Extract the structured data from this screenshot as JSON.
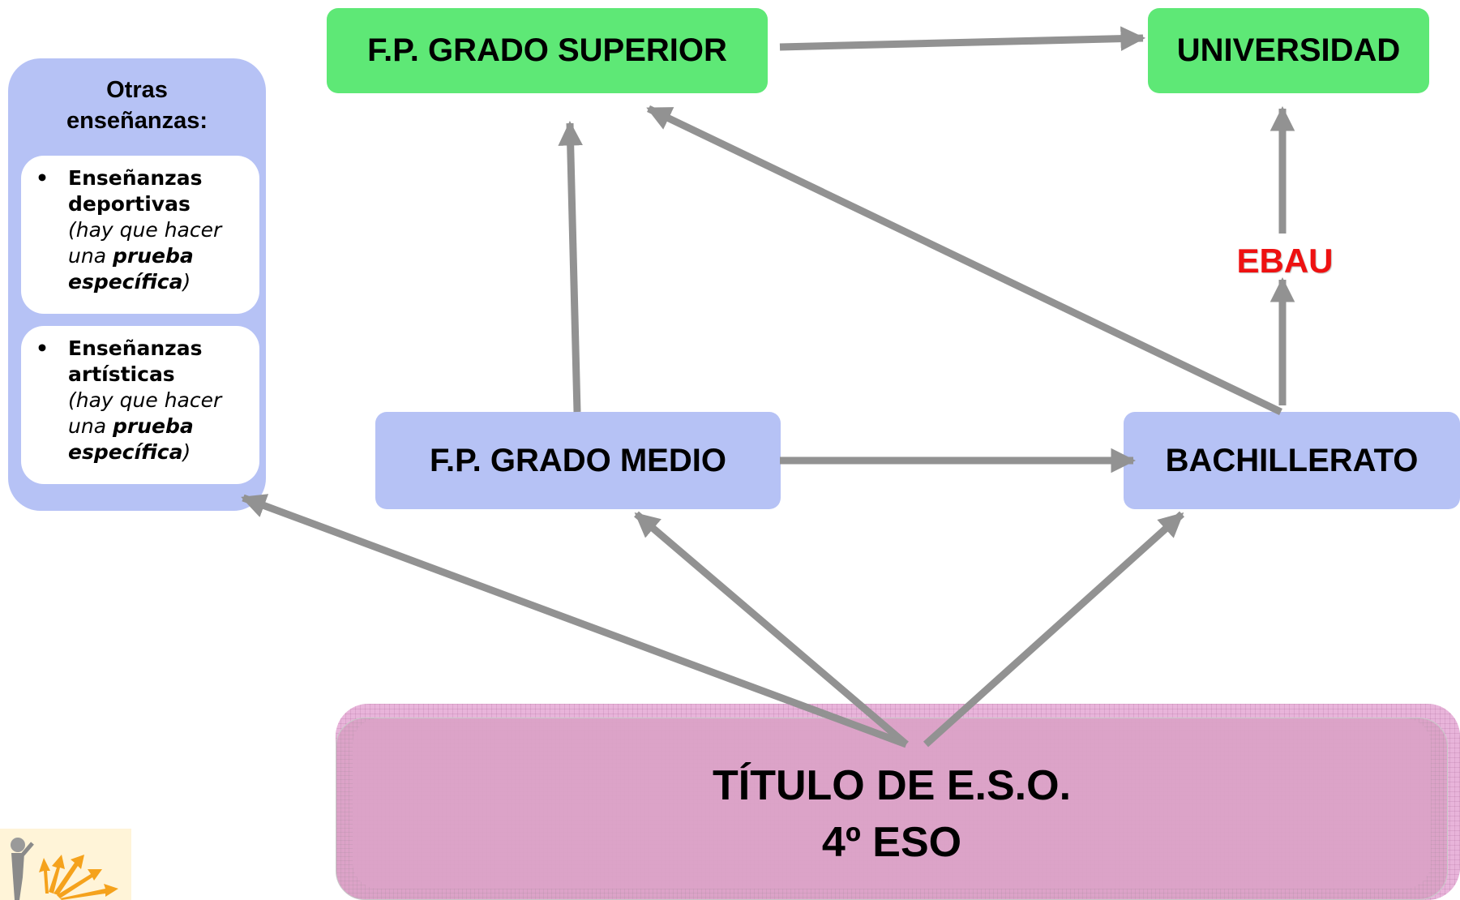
{
  "nodes": {
    "fp_grado_superior": "F.P. GRADO SUPERIOR",
    "universidad": "UNIVERSIDAD",
    "fp_grado_medio": "F.P. GRADO MEDIO",
    "bachillerato": "BACHILLERATO",
    "ebau": "EBAU",
    "titulo_eso_line1": "TÍTULO DE E.S.O.",
    "titulo_eso_line2": "4º ESO"
  },
  "otras": {
    "title_line1": "Otras",
    "title_line2": "enseñanzas:",
    "items": [
      {
        "bullet": "•",
        "name_line1": "Enseñanzas",
        "name_line2": "deportivas",
        "note_open": "(hay que hacer una ",
        "note_bold": "prueba específica",
        "note_close": ")"
      },
      {
        "bullet": "•",
        "name_line1": "Enseñanzas",
        "name_line2": "artísticas",
        "note_open": "(hay que hacer una ",
        "note_bold": "prueba específica",
        "note_close": ")"
      }
    ]
  },
  "edges": [
    {
      "from": "fp_grado_superior",
      "to": "universidad"
    },
    {
      "from": "fp_grado_medio",
      "to": "fp_grado_superior"
    },
    {
      "from": "bachillerato",
      "to": "fp_grado_superior"
    },
    {
      "from": "bachillerato",
      "to": "ebau"
    },
    {
      "from": "ebau",
      "to": "universidad"
    },
    {
      "from": "fp_grado_medio",
      "to": "bachillerato"
    },
    {
      "from": "titulo_eso",
      "to": "otras_ensenanzas"
    },
    {
      "from": "titulo_eso",
      "to": "fp_grado_medio"
    },
    {
      "from": "titulo_eso",
      "to": "bachillerato"
    }
  ],
  "colors": {
    "green_box": "#5ee876",
    "blue_box": "#b6c2f5",
    "pink_box": "#dca3c8",
    "arrow": "#929292",
    "ebau_text": "#ee1111"
  },
  "logo": {
    "icon": "person-with-arrows-logo"
  }
}
